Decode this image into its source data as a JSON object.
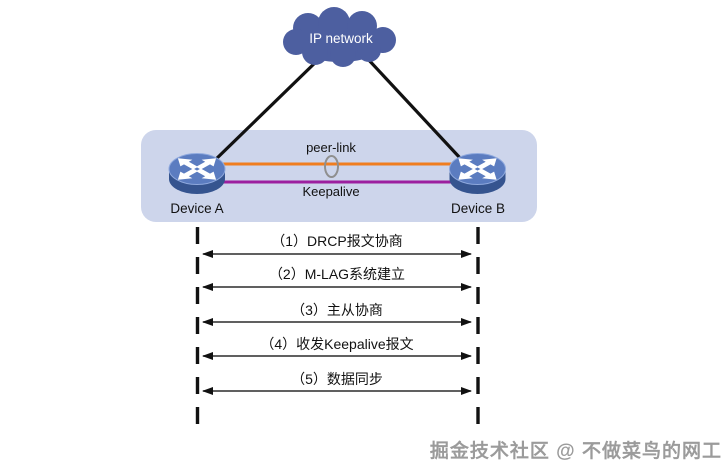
{
  "cloud": {
    "label": "IP network"
  },
  "devices": [
    {
      "label": "Device A"
    },
    {
      "label": "Device B"
    }
  ],
  "links": {
    "peer_link_label": "peer-link",
    "keepalive_label": "Keepalive"
  },
  "steps": [
    {
      "label": "（1）DRCP报文协商"
    },
    {
      "label": "（2）M-LAG系统建立"
    },
    {
      "label": "（3）主从协商"
    },
    {
      "label": "（4）收发Keepalive报文"
    },
    {
      "label": "（5）数据同步"
    }
  ],
  "watermark": {
    "text": "掘金技术社区 @ 不做菜鸟的网工"
  },
  "colors": {
    "cloud": "#4d5fa0",
    "container": "#cdd5eb",
    "device_top": "#5b7cc0",
    "device_side": "#35548f",
    "peer_link": "#f07d1f",
    "keepalive": "#9c1f9f",
    "line": "#111111",
    "arrow": "#2b2b2b",
    "aggregation": "#8f8f8f"
  }
}
